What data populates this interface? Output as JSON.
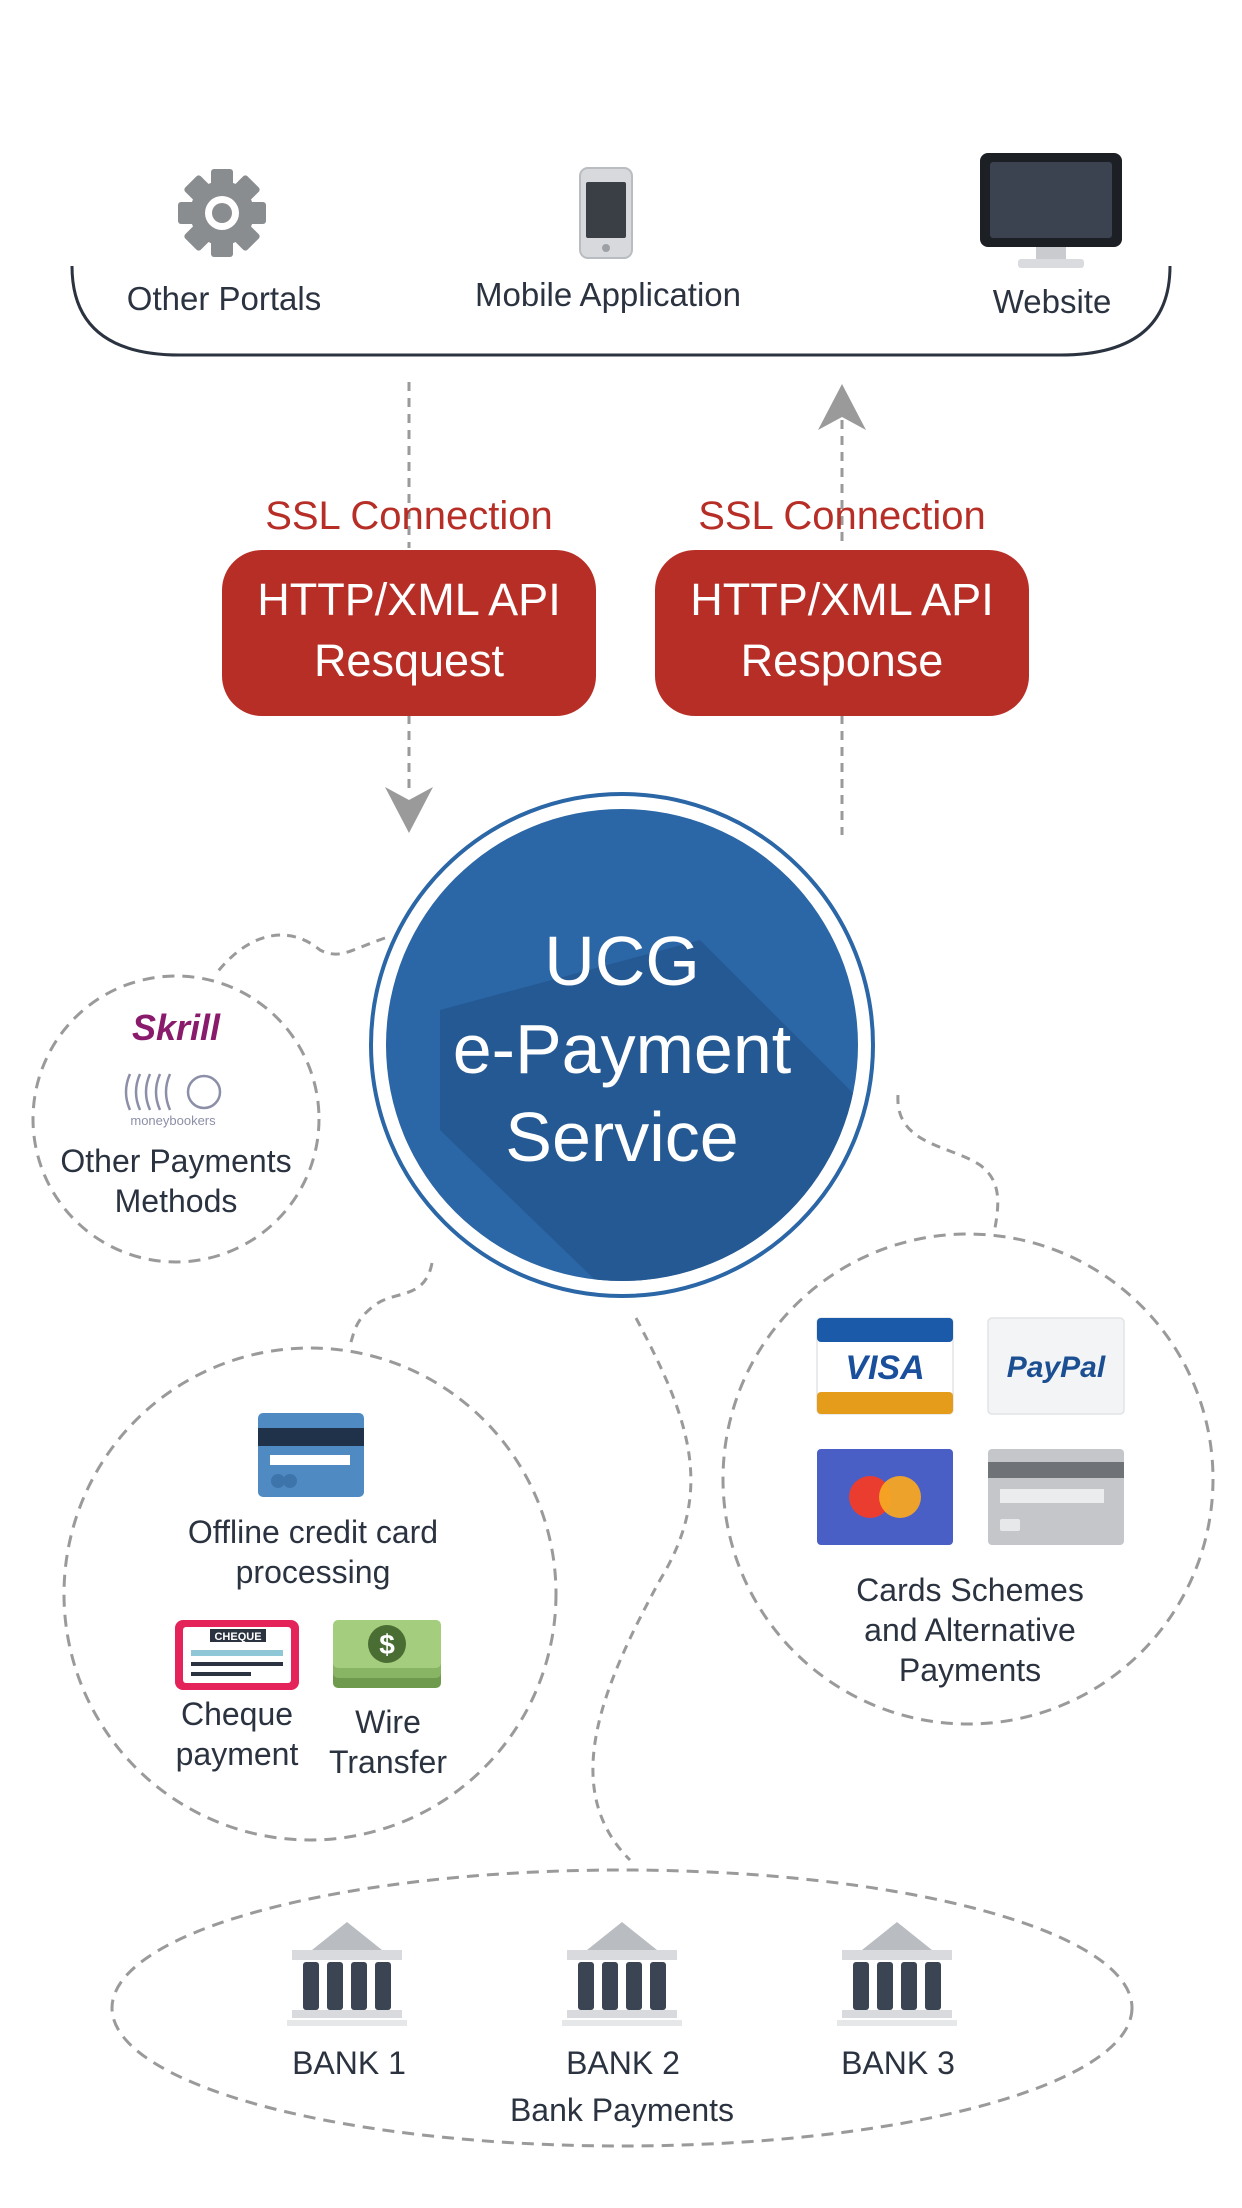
{
  "colors": {
    "accent_red": "#b72e27",
    "service_blue": "#2b66a6",
    "service_blue_dark": "#1f4f86",
    "text_dark": "#2b3340",
    "connector_gray": "#9a9a9a",
    "icon_gray": "#8a8d90"
  },
  "clients": {
    "other_portals": {
      "label": "Other Portals",
      "icon": "gear-icon"
    },
    "mobile_application": {
      "label": "Mobile Application",
      "icon": "smartphone-icon"
    },
    "website": {
      "label": "Website",
      "icon": "monitor-icon"
    }
  },
  "request_channel": {
    "caption": "SSL Connection",
    "line1": "HTTP/XML API",
    "line2": "Resquest"
  },
  "response_channel": {
    "caption": "SSL Connection",
    "line1": "HTTP/XML API",
    "line2": "Response"
  },
  "service": {
    "line1": "UCG",
    "line2": "e-Payment",
    "line3": "Service"
  },
  "other_payments": {
    "logos": [
      "Skrill",
      "moneybookers"
    ],
    "label_line1": "Other Payments",
    "label_line2": "Methods"
  },
  "offline": {
    "card_label_line1": "Offline credit card",
    "card_label_line2": "processing",
    "cheque_icon_text": "CHEQUE",
    "cheque_label_line1": "Cheque",
    "cheque_label_line2": "payment",
    "wire_label_line1": "Wire",
    "wire_label_line2": "Transfer",
    "wire_icon_text": "$"
  },
  "cards": {
    "logos": [
      "VISA",
      "PayPal",
      "Mastercard",
      "Generic card"
    ],
    "label_line1": "Cards Schemes",
    "label_line2": "and Alternative",
    "label_line3": "Payments"
  },
  "banks": {
    "items": [
      "BANK 1",
      "BANK 2",
      "BANK 3"
    ],
    "label": "Bank Payments"
  }
}
